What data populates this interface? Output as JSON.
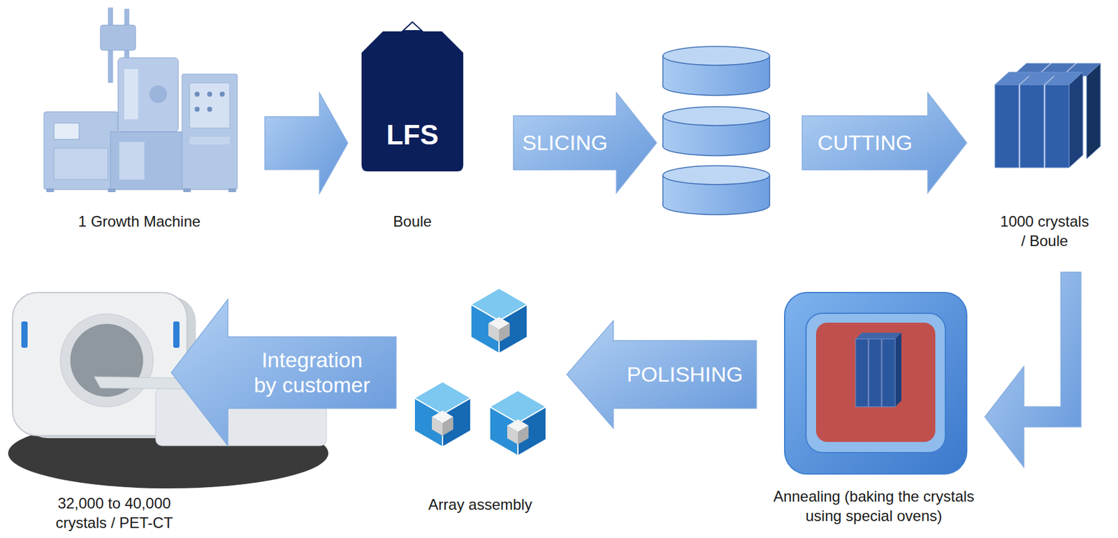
{
  "diagram": {
    "nodes": [
      {
        "text": [
          "1 Growth Machine"
        ]
      },
      {
        "text": [
          "LFS",
          "Boule"
        ]
      },
      {
        "text": [
          "SLICING"
        ]
      },
      {
        "text": [
          "CUTTING"
        ]
      },
      {
        "text": [
          "1000 crystals / Boule"
        ]
      },
      {
        "text": [
          "Annealing (baking the crystals using special ovens)"
        ]
      },
      {
        "text": [
          "POLISHING"
        ]
      },
      {
        "text": [
          "Array assembly"
        ]
      },
      {
        "text": [
          "Integration by customer"
        ]
      },
      {
        "text": [
          "32,000 to 40,000 crystals / PET-CT"
        ]
      }
    ],
    "edges": [
      {
        "from": 0,
        "to": 1,
        "arrow": "to"
      },
      {
        "from": 4,
        "to": 5,
        "arrow": "to"
      }
    ]
  }
}
